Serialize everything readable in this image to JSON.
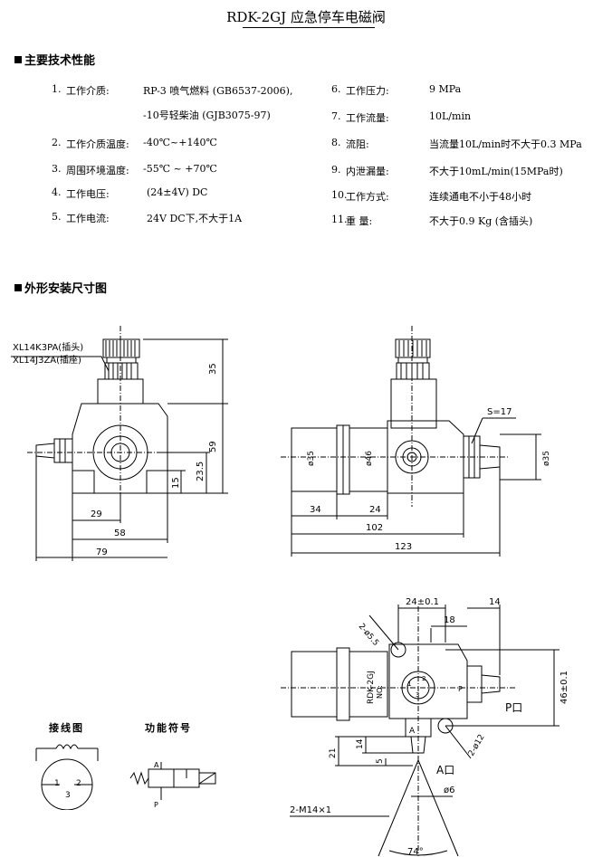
{
  "title": "RDK-2GJ 应急停车电磁阀",
  "sections": {
    "performance": "主要技术性能",
    "dimensions": "外形安装尺寸图"
  },
  "specs_left": [
    {
      "n": "1.",
      "label": "工作介质:",
      "value": "RP-3 喷气燃料 (GB6537-2006),"
    },
    {
      "n": "",
      "label": "",
      "value": "-10号轻柴油 (GJB3075-97)"
    },
    {
      "n": "2.",
      "label": "工作介质温度:",
      "value": "-40℃~+140℃"
    },
    {
      "n": "3.",
      "label": "周围环境温度:",
      "value": "-55℃ ~ +70℃"
    },
    {
      "n": "4.",
      "label": "工作电压:",
      "value": "(24±4V) DC"
    },
    {
      "n": "5.",
      "label": "工作电流:",
      "value": "24V DC下,不大于1A"
    }
  ],
  "specs_right": [
    {
      "n": "6.",
      "label": "工作压力:",
      "value": "9 MPa"
    },
    {
      "n": "7.",
      "label": "工作流量:",
      "value": "10L/min"
    },
    {
      "n": "8.",
      "label": "流阻:",
      "value": "当流量10L/min时不大于0.3 MPa"
    },
    {
      "n": "9.",
      "label": "内泄漏量:",
      "value": "不大于10mL/min(15MPa时)"
    },
    {
      "n": "10.",
      "label": "工作方式:",
      "value": "连续通电不小于48小时"
    },
    {
      "n": "11.",
      "label": "重 量:",
      "value": "不大于0.9 Kg (含插头)"
    }
  ],
  "drawing1": {
    "plug": "XL14K3PA(插头)",
    "socket": "XL14J3ZA(插座)",
    "d35": "35",
    "d59": "59",
    "d23_5": "23.5",
    "d15": "15",
    "d29": "29",
    "d58": "58",
    "d79": "79"
  },
  "drawing2": {
    "s17": "S=17",
    "phi35a": "ø35",
    "phi46": "ø46",
    "phi35b": "ø35",
    "d34": "34",
    "d24": "24",
    "d102": "102",
    "d123": "123"
  },
  "drawing3": {
    "d24tol": "24±0.1",
    "d14": "14",
    "d18": "18",
    "holes1": "2-ø5.5",
    "holes2": "2-ø12",
    "d46tol": "46±0.1",
    "d21": "21",
    "d14v": "14",
    "d5": "5",
    "phi6": "ø6",
    "m14": "2-M14×1",
    "angle": "74°",
    "model": "RDK-2GJ",
    "no": "NO:",
    "port_p": "P口",
    "port_a": "A口",
    "a": "A",
    "p": "P",
    "pin1": "1",
    "pin2": "2",
    "pin3": "3"
  },
  "wiring": {
    "label": "接线图",
    "pin1": "1",
    "pin2": "2",
    "pin3": "3"
  },
  "symbol": {
    "label": "功能符号",
    "a": "A",
    "p": "P"
  }
}
